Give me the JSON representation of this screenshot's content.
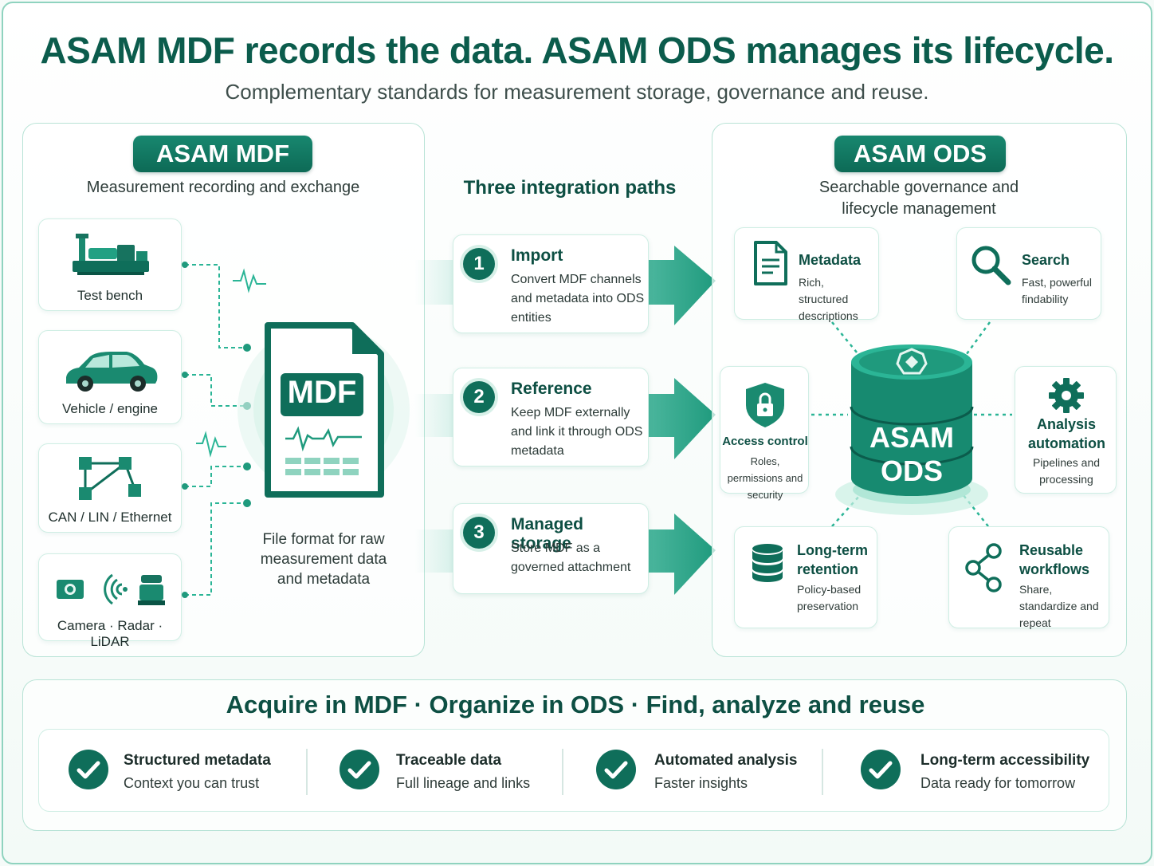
{
  "header": {
    "title": "ASAM MDF records the data. ASAM ODS manages its lifecycle.",
    "subtitle": "Complementary standards for measurement storage, governance and reuse."
  },
  "mdf": {
    "badge": "ASAM MDF",
    "caption": "Measurement recording and exchange",
    "sources": [
      "Test bench",
      "Vehicle / engine",
      "CAN / LIN / Ethernet",
      "Camera · Radar · LiDAR"
    ],
    "file_label": "MDF",
    "file_caption": "File format for raw measurement data and metadata"
  },
  "paths": {
    "heading": "Three integration paths",
    "items": [
      {
        "num": "1",
        "title": "Import",
        "desc": "Convert MDF channels and metadata into ODS entities"
      },
      {
        "num": "2",
        "title": "Reference",
        "desc": "Keep MDF externally and link it through ODS metadata"
      },
      {
        "num": "3",
        "title": "Managed storage",
        "desc": "Store MDF as a governed attachment"
      }
    ]
  },
  "ods": {
    "badge": "ASAM ODS",
    "caption": "Searchable governance and lifecycle management",
    "db_label_1": "ASAM",
    "db_label_2": "ODS",
    "features": [
      {
        "title": "Metadata",
        "desc": "Rich, structured descriptions",
        "icon": "document-icon"
      },
      {
        "title": "Search",
        "desc": "Fast, powerful findability",
        "icon": "search-icon"
      },
      {
        "title": "Access control",
        "desc": "Roles, permissions and security",
        "icon": "shield-lock-icon"
      },
      {
        "title": "Analysis automation",
        "desc": "Pipelines and processing",
        "icon": "gear-icon"
      },
      {
        "title": "Long-term retention",
        "desc": "Policy-based preservation",
        "icon": "database-icon"
      },
      {
        "title": "Reusable workflows",
        "desc": "Share, standardize and repeat",
        "icon": "share-icon"
      }
    ]
  },
  "footer": {
    "tagline": "Acquire in MDF · Organize in ODS · Find, analyze and reuse",
    "benefits": [
      {
        "title": "Structured metadata",
        "sub": "Context you can trust"
      },
      {
        "title": "Traceable data",
        "sub": "Full lineage and links"
      },
      {
        "title": "Automated analysis",
        "sub": "Faster insights"
      },
      {
        "title": "Long-term accessibility",
        "sub": "Data ready for tomorrow"
      }
    ]
  },
  "colors": {
    "primary": "#0f6e5a",
    "accent": "#2bb596",
    "border": "#b8e3d6"
  }
}
